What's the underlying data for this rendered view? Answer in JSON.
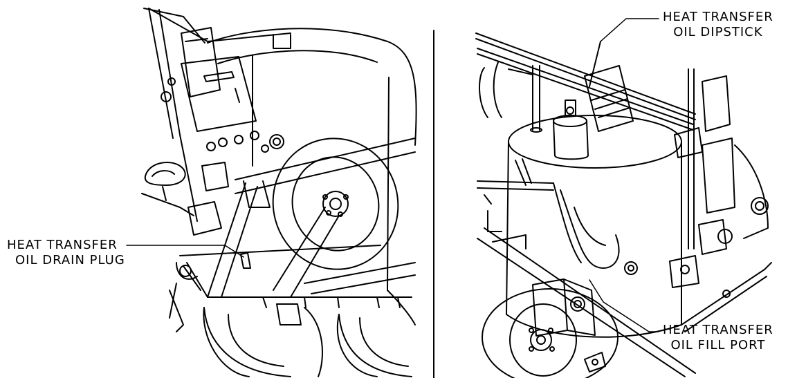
{
  "callouts": {
    "drain_plug": {
      "line1": "HEAT TRANSFER",
      "line2": "OIL DRAIN PLUG"
    },
    "dipstick": {
      "line1": "HEAT TRANSFER",
      "line2": "OIL DIPSTICK"
    },
    "fill_port": {
      "line1": "HEAT TRANSFER",
      "line2": "OIL FILL PORT"
    }
  },
  "colors": {
    "line": "#000000",
    "background": "#ffffff"
  }
}
